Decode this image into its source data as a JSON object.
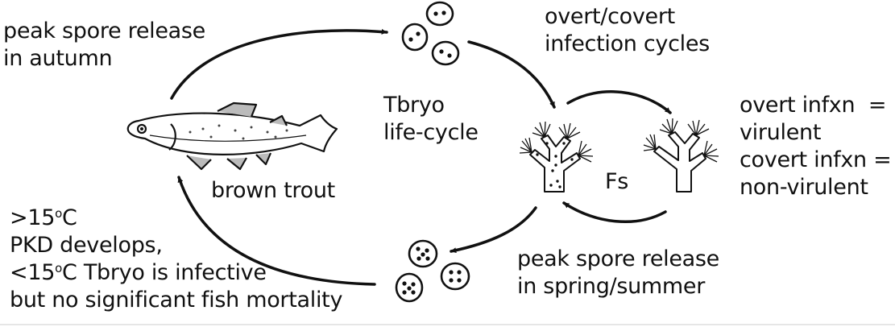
{
  "title": "Tbryo life-cycle",
  "colors": {
    "ink": "#111111",
    "background": "#ffffff"
  },
  "labels": {
    "peak_autumn": [
      "peak spore release",
      "in autumn"
    ],
    "infection_cycles": [
      "overt/covert",
      "infection cycles"
    ],
    "lifecycle": [
      "Tbryo",
      "life-cycle"
    ],
    "host": "brown trout",
    "bryozoan": "Fs",
    "virulence": [
      "overt infxn  =",
      "virulent",
      "covert infxn =",
      "non-virulent"
    ],
    "peak_spring": [
      "peak spore release",
      "in spring/summer"
    ],
    "temperature": {
      "line1_prefix": ">15",
      "degree": "o",
      "line1_suffix": "C",
      "line2": "PKD develops,",
      "line3_prefix": "<15",
      "line3_suffix": "C Tbryo is infective",
      "line4": "but no significant fish mortality"
    }
  }
}
